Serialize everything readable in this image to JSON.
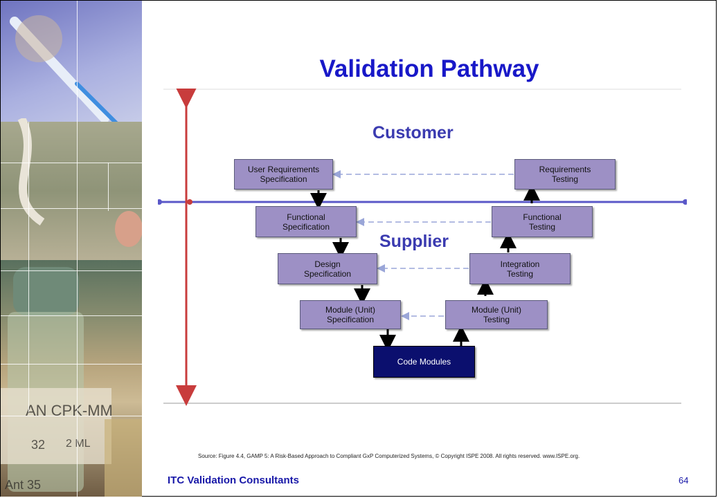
{
  "slide": {
    "title": "Validation Pathway"
  },
  "regions": {
    "customer": "Customer",
    "supplier": "Supplier"
  },
  "boxes": {
    "user_requirements_spec": "User Requirements\nSpecification",
    "requirements_testing": "Requirements\nTesting",
    "functional_spec": "Functional\nSpecification",
    "functional_testing": "Functional\nTesting",
    "design_spec": "Design\nSpecification",
    "integration_testing": "Integration\nTesting",
    "module_spec": "Module (Unit)\nSpecification",
    "module_testing": "Module (Unit)\nTesting",
    "code_modules": "Code Modules"
  },
  "photo_labels": {
    "label1": "AN CPK-MM",
    "label2": "32",
    "label3": "2 ML",
    "label4": "Ant 35"
  },
  "source_note": "Source: Figure 4.4, GAMP 5: A Risk-Based Approach to Compliant GxP Computerized Systems, © Copyright ISPE 2008. All rights reserved. www.ISPE.org.",
  "footer": {
    "org": "ITC Validation Consultants",
    "page_number": "64"
  },
  "colors": {
    "title": "#1818c8",
    "box_fill": "#9d90c5",
    "code_fill": "#0b0f6e",
    "red_arrow": "#c83c3c",
    "blue_line": "#5a58c8",
    "dashed_arrow": "#9aa6d8"
  }
}
